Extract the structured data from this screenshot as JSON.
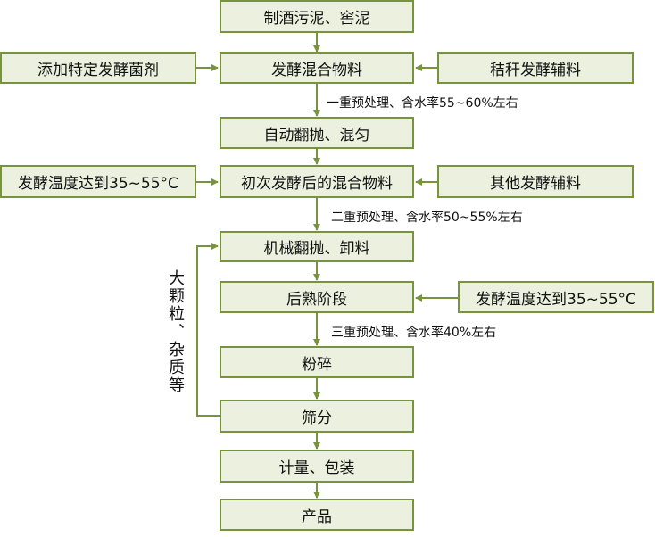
{
  "colors": {
    "node_fill": "#ebf1de",
    "node_border": "#77933c",
    "edge": "#77933c"
  },
  "nodes": {
    "n1": "制酒污泥、窖泥",
    "n2": "发酵混合物料",
    "left1": "添加特定发酵菌剂",
    "right1": "秸秆发酵辅料",
    "n3": "自动翻抛、混匀",
    "n4": "初次发酵后的混合物料",
    "left2": "发酵温度达到35~55°C",
    "right2": "其他发酵辅料",
    "n5": "机械翻抛、卸料",
    "n6": "后熟阶段",
    "right3": "发酵温度达到35~55°C",
    "n7": "粉碎",
    "n8": "筛分",
    "n9": "计量、包装",
    "n10": "产品"
  },
  "notes": {
    "pre1": "一重预处理、含水率55~60%左右",
    "pre2": "二重预处理、含水率50~55%左右",
    "pre3": "三重预处理、含水率40%左右",
    "loop": "大颗粒、杂质等"
  }
}
